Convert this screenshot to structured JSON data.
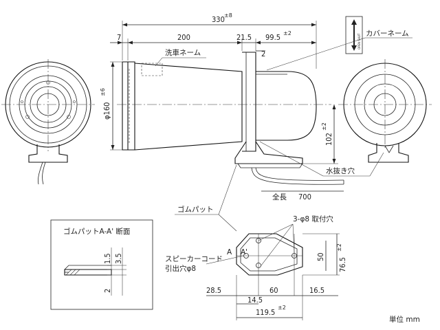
{
  "dimensions": {
    "overall_length": "330",
    "overall_tol": "±8",
    "front_offset": "7",
    "horn_length": "200",
    "flange": "21.5",
    "rear": "99.5",
    "rear_tol": "±2",
    "flange_thickness": "2",
    "diameter": "φ160",
    "diameter_tol": "±6",
    "height": "102",
    "height_tol": "±2",
    "total_length_value": "700",
    "rubber_1_5": "1.5",
    "rubber_3_5": "3.5",
    "rubber_2": "2",
    "base_50": "50",
    "base_76_5": "76.5",
    "base_76_5_tol": "±2",
    "base_28_5": "28.5",
    "base_14_5": "14.5",
    "base_60": "60",
    "base_16_5": "16.5",
    "base_119_5": "119.5",
    "base_119_5_tol": "±2"
  },
  "labels": {
    "cover_name": "カバーネーム",
    "wash_name": "洗車ネーム",
    "drain_hole": "水抜き穴",
    "total_length": "全長",
    "rubber_pad": "ゴムパット",
    "mount_holes": "3-φ8 取付穴",
    "speaker_cord_line1": "スピーカーコード",
    "speaker_cord_line2": "引出穴φ8",
    "section_title": "ゴムパットA-A' 断面",
    "section_a": "A",
    "section_a_prime": "A'",
    "unit": "単位 mm",
    "open_shut": "OPEN SHUT"
  }
}
